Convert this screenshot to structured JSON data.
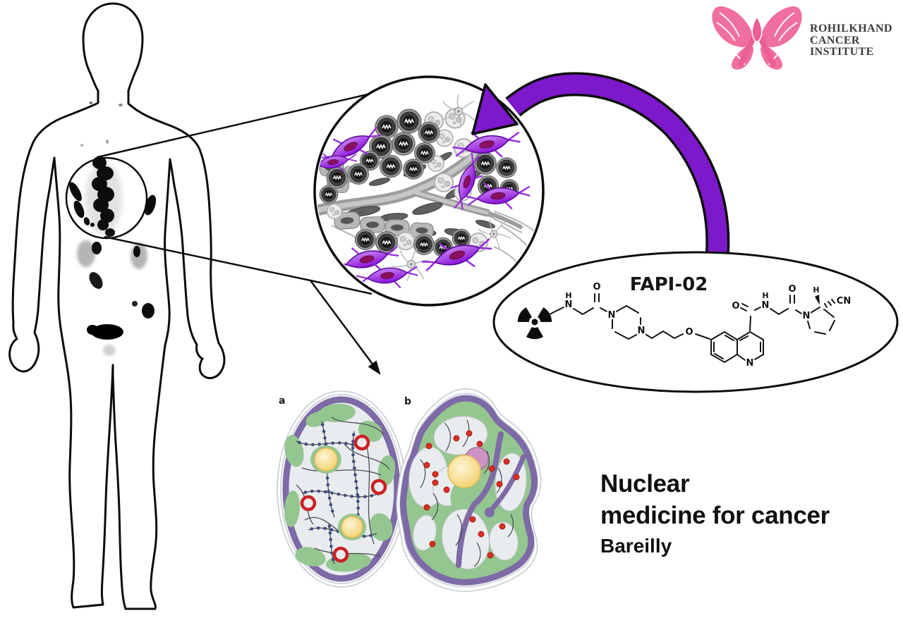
{
  "logo": {
    "line1": "ROHILKHAND",
    "line2": "CANCER",
    "line3": "INSTITUTE"
  },
  "caption": {
    "line1": "Nuclear",
    "line2": "medicine for cancer",
    "line3": "Bareilly"
  },
  "molecule": {
    "title": "FAPI-02",
    "atoms": {
      "h_amine": "H",
      "n_amine": "N",
      "o_carbonyl1": "O",
      "n_pip1": "N",
      "n_pip2": "N",
      "o_ether": "O",
      "o_carbonyl2": "O",
      "n_amide": "N",
      "h_amide": "H",
      "o_carbonyl3": "O",
      "n_quinoline": "N",
      "n_pyrrolidine": "N",
      "h_stereo": "H",
      "cn_nitrile": "CN"
    }
  },
  "cell_panels": {
    "label_a": "a",
    "label_b": "b"
  },
  "colors": {
    "arrow_purple": "#7d18cb",
    "fibro_light": "#c77ff2",
    "fibro_dark": "#8a11d8",
    "membrane_purple": "#7e6aa6",
    "cytoplasm_green": "#94c690",
    "nucleus_yellow": "#f6d97e",
    "dot_red": "#d93025",
    "ring_red": "#cc2024",
    "bead_navy": "#3e4c80",
    "logo_pink": "#ef6f9f"
  }
}
